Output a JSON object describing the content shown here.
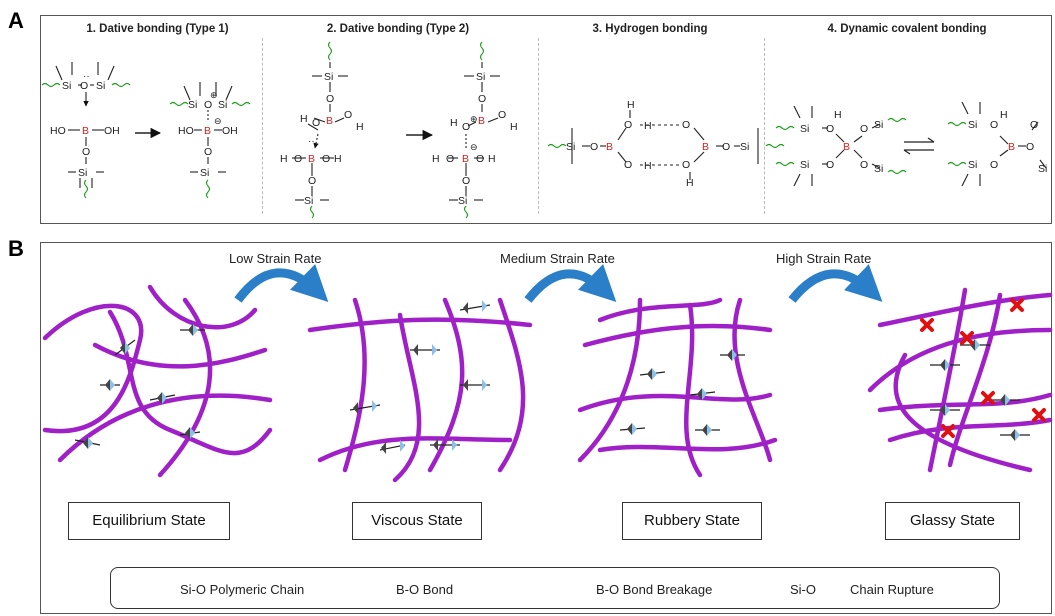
{
  "panels": {
    "a_label": "A",
    "b_label": "B"
  },
  "panel_a": {
    "sections": [
      {
        "title": "1. Dative bonding (Type 1)"
      },
      {
        "title": "2. Dative bonding (Type 2)"
      },
      {
        "title": "3. Hydrogen bonding"
      },
      {
        "title": "4. Dynamic covalent bonding"
      }
    ]
  },
  "panel_b": {
    "arrows": [
      {
        "label": "Low Strain Rate"
      },
      {
        "label": "Medium Strain Rate"
      },
      {
        "label": "High Strain Rate"
      }
    ],
    "states": [
      {
        "label": "Equilibrium State"
      },
      {
        "label": "Viscous State"
      },
      {
        "label": "Rubbery State"
      },
      {
        "label": "Glassy State"
      }
    ],
    "legend": {
      "chain": "Si-O Polymeric Chain",
      "bond": "B-O Bond",
      "breakage": "B-O Bond Breakage",
      "rupture_a": "Si-O",
      "rupture_b": "Chain Rupture"
    }
  },
  "colors": {
    "chain": "#a020c8",
    "boron": "#e02020",
    "rupture": "#e01010",
    "arrow": "#2a7fc8",
    "wavy": "#1a9a1a"
  }
}
